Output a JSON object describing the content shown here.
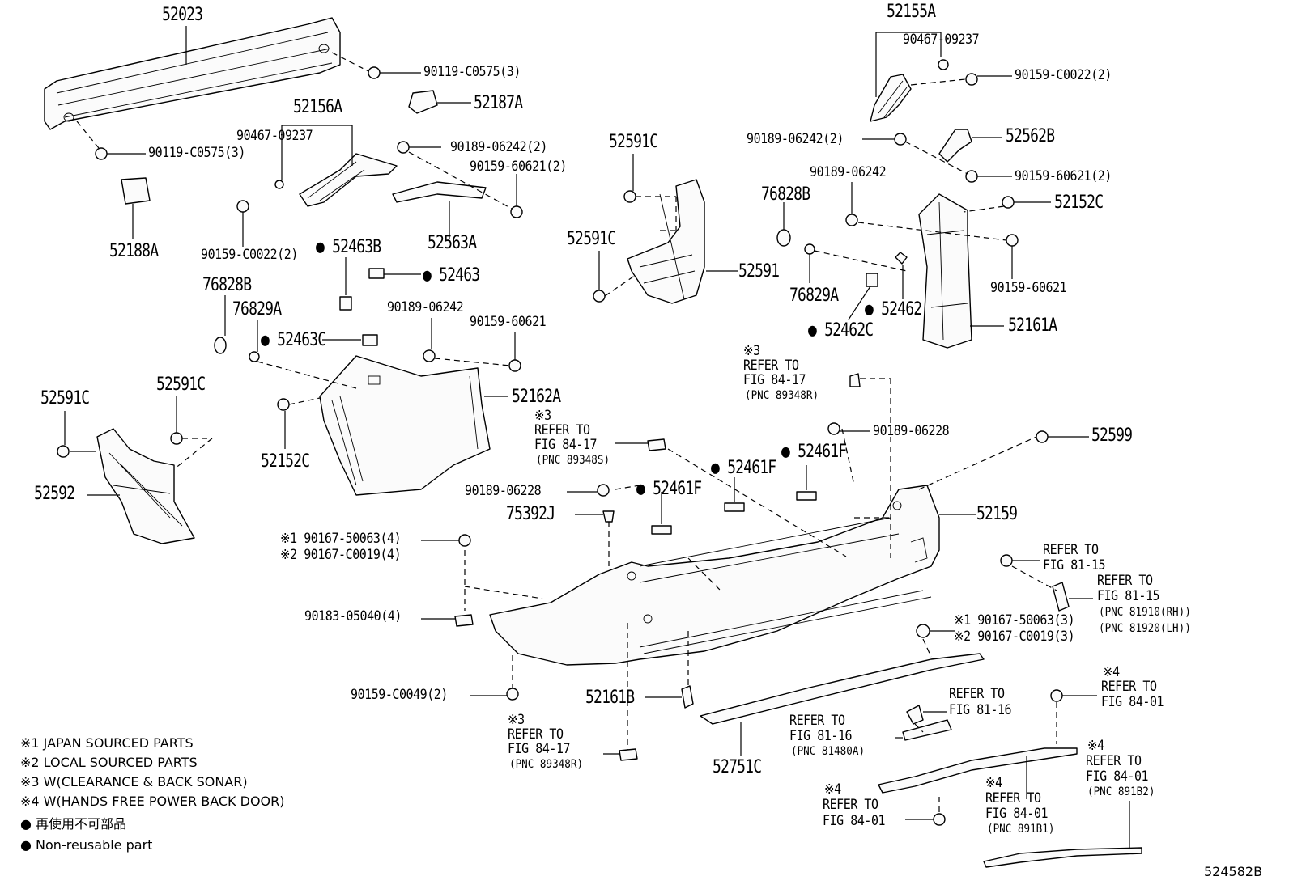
{
  "diagram_code": "524582B",
  "legend": [
    "※1 JAPAN SOURCED PARTS",
    "※2 LOCAL SOURCED PARTS",
    "※3 W(CLEARANCE & BACK SONAR)",
    "※4 W(HANDS FREE POWER BACK DOOR)",
    "● 再使用不可部品",
    "● Non-reusable part"
  ],
  "callouts": [
    {
      "text": "52023"
    },
    {
      "text": "90119-C0575(3)"
    },
    {
      "text": "52187A"
    },
    {
      "text": "90119-C0575(3)"
    },
    {
      "text": "52188A"
    },
    {
      "text": "52156A"
    },
    {
      "text": "90467-09237"
    },
    {
      "text": "90189-06242(2)"
    },
    {
      "text": "90159-60621(2)"
    },
    {
      "text": "90159-C0022(2)"
    },
    {
      "text": "52463B"
    },
    {
      "text": "52563A"
    },
    {
      "text": "52463"
    },
    {
      "text": "76828B"
    },
    {
      "text": "76829A"
    },
    {
      "text": "52463C"
    },
    {
      "text": "90189-06242"
    },
    {
      "text": "90159-60621"
    },
    {
      "text": "52591C"
    },
    {
      "text": "52591C"
    },
    {
      "text": "52591"
    },
    {
      "text": "52162A"
    },
    {
      "text": "52152C"
    },
    {
      "text": "52591C"
    },
    {
      "text": "52591C"
    },
    {
      "text": "52592"
    },
    {
      "text": "52155A"
    },
    {
      "text": "90467-09237"
    },
    {
      "text": "90159-C0022(2)"
    },
    {
      "text": "90189-06242(2)"
    },
    {
      "text": "52562B"
    },
    {
      "text": "90159-60621(2)"
    },
    {
      "text": "90189-06242"
    },
    {
      "text": "76828B"
    },
    {
      "text": "52152C"
    },
    {
      "text": "90159-60621"
    },
    {
      "text": "76829A"
    },
    {
      "text": "52462"
    },
    {
      "text": "52462C"
    },
    {
      "text": "52161A"
    },
    {
      "text": "※3"
    },
    {
      "text": "REFER TO"
    },
    {
      "text": "FIG 84-17"
    },
    {
      "text": "(PNC 89348R)"
    },
    {
      "text": "90189-06228"
    },
    {
      "text": "52599"
    },
    {
      "text": "※3"
    },
    {
      "text": "REFER TO"
    },
    {
      "text": "FIG 84-17"
    },
    {
      "text": "(PNC 89348S)"
    },
    {
      "text": "52461F"
    },
    {
      "text": "52461F"
    },
    {
      "text": "52461F"
    },
    {
      "text": "90189-06228"
    },
    {
      "text": "75392J"
    },
    {
      "text": "52159"
    },
    {
      "text": "※1 90167-50063(4)"
    },
    {
      "text": "※2 90167-C0019(4)"
    },
    {
      "text": "REFER TO"
    },
    {
      "text": "FIG 81-15"
    },
    {
      "text": "REFER TO"
    },
    {
      "text": "FIG 81-15"
    },
    {
      "text": "(PNC 81910(RH))"
    },
    {
      "text": "(PNC 81920(LH))"
    },
    {
      "text": "90183-05040(4)"
    },
    {
      "text": "※1 90167-50063(3)"
    },
    {
      "text": "※2 90167-C0019(3)"
    },
    {
      "text": "※4"
    },
    {
      "text": "REFER TO"
    },
    {
      "text": "FIG 84-01"
    },
    {
      "text": "90159-C0049(2)"
    },
    {
      "text": "52161B"
    },
    {
      "text": "REFER TO"
    },
    {
      "text": "FIG 81-16"
    },
    {
      "text": "※3"
    },
    {
      "text": "REFER TO"
    },
    {
      "text": "FIG 84-17"
    },
    {
      "text": "(PNC 89348R)"
    },
    {
      "text": "REFER TO"
    },
    {
      "text": "FIG 81-16"
    },
    {
      "text": "(PNC 81480A)"
    },
    {
      "text": "52751C"
    },
    {
      "text": "※4"
    },
    {
      "text": "REFER TO"
    },
    {
      "text": "FIG 84-01"
    },
    {
      "text": "(PNC 891B2)"
    },
    {
      "text": "※4"
    },
    {
      "text": "REFER TO"
    },
    {
      "text": "FIG 84-01"
    },
    {
      "text": "(PNC 891B1)"
    },
    {
      "text": "※4"
    },
    {
      "text": "REFER TO"
    },
    {
      "text": "FIG 84-01"
    }
  ]
}
